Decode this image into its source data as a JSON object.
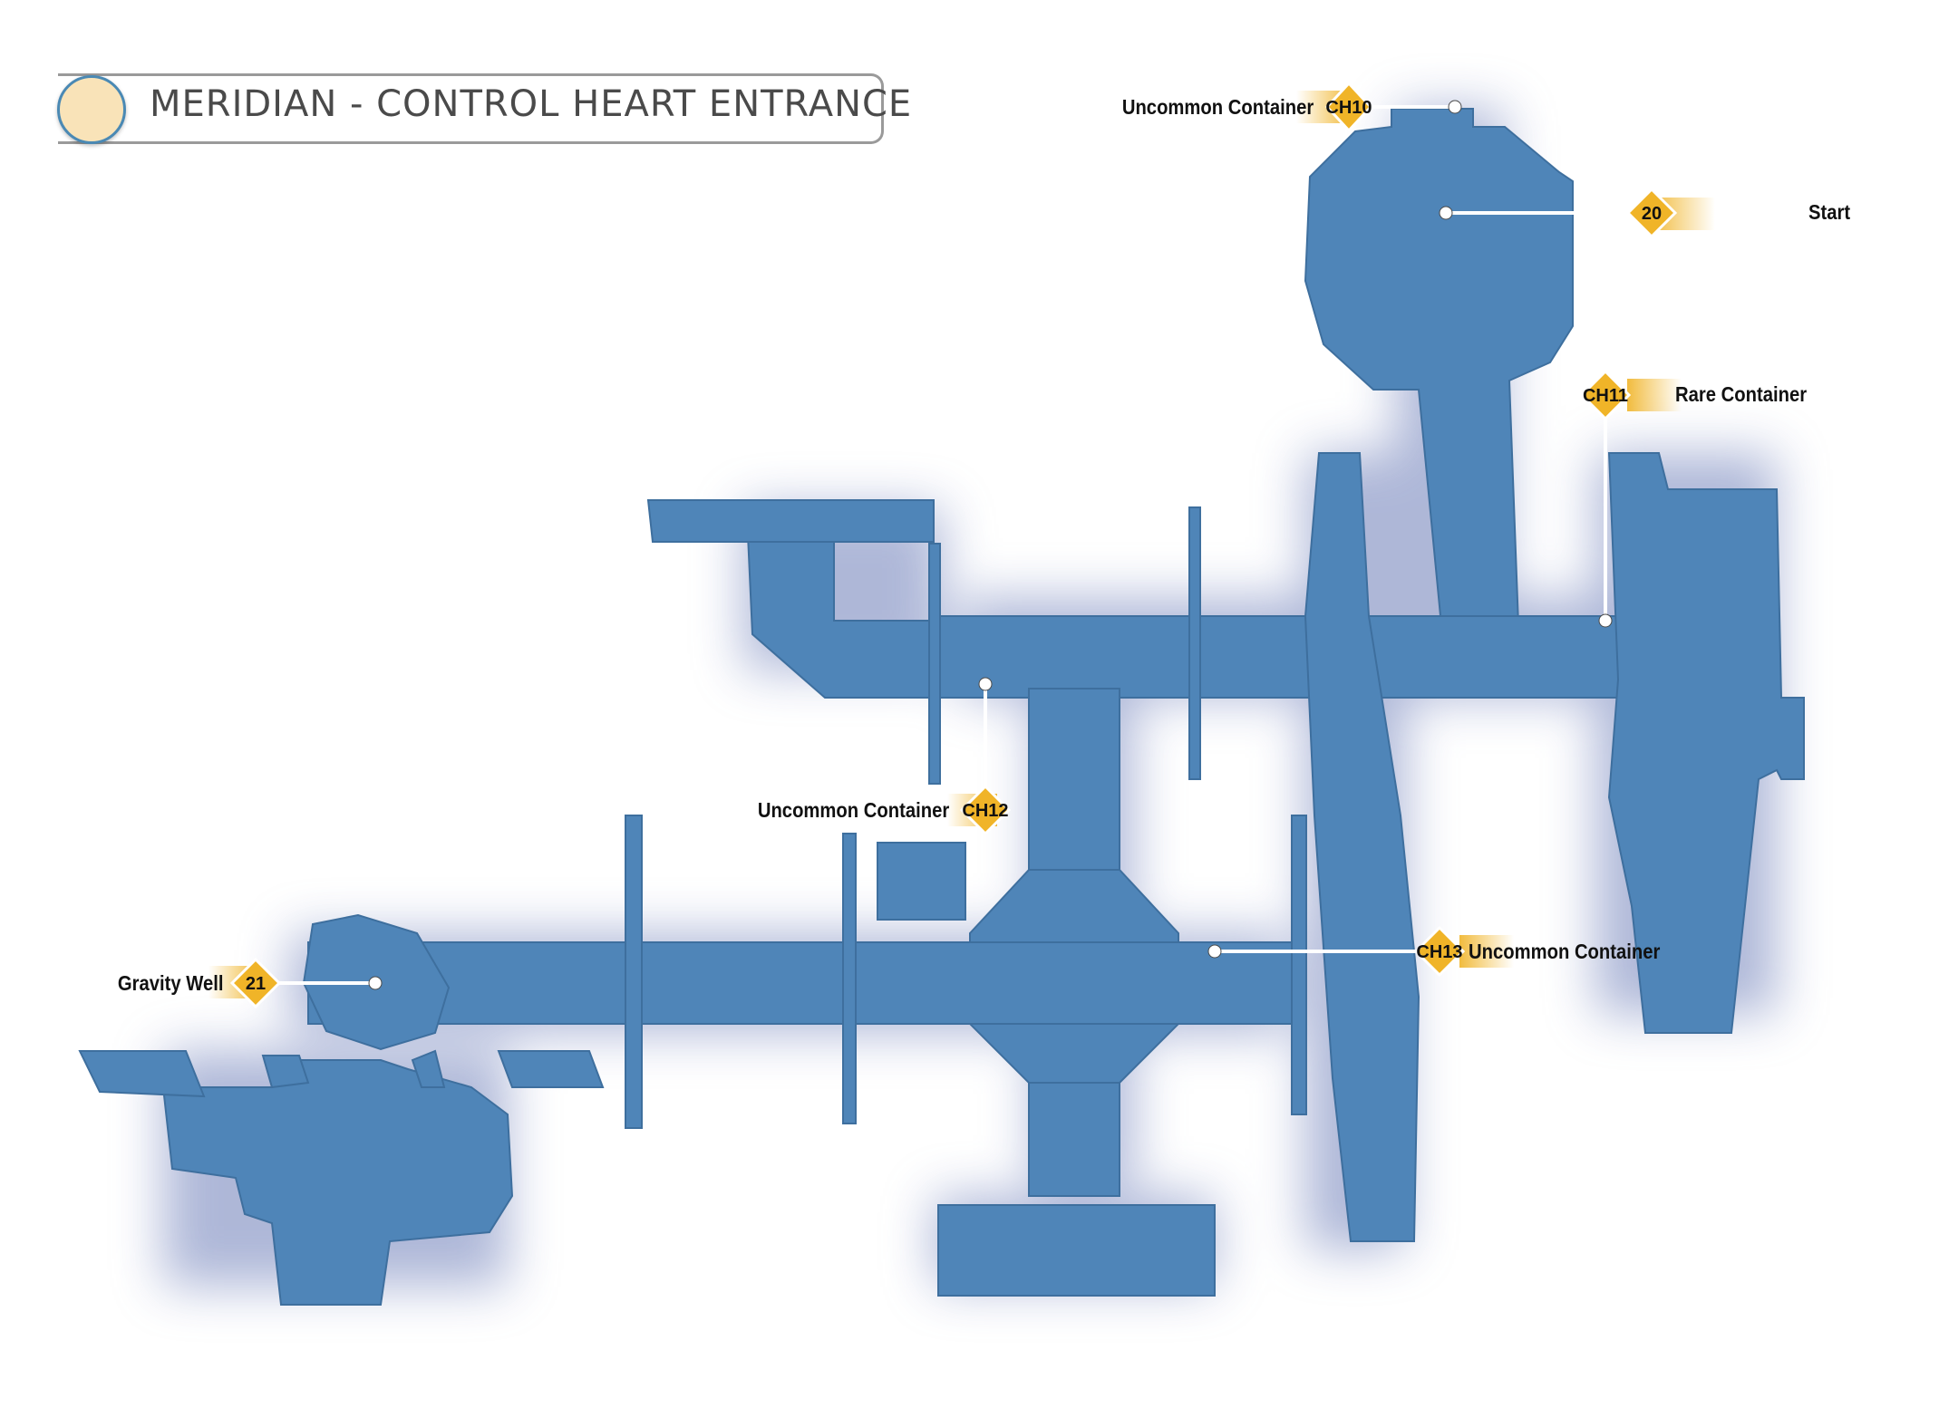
{
  "title": "MERIDIAN - CONTROL HEART ENTRANCE",
  "colors": {
    "structure": "#4f85b8",
    "structure_dark": "#3e6f9e",
    "marker": "#f0b428",
    "title_circle": "#f9e3b8"
  },
  "markers": [
    {
      "id": "ch10",
      "badge": "CH10",
      "label": "Uncommon Container"
    },
    {
      "id": "20",
      "badge": "20",
      "label": "Start"
    },
    {
      "id": "ch11",
      "badge": "CH11",
      "label": "Rare Container"
    },
    {
      "id": "ch12",
      "badge": "CH12",
      "label": "Uncommon Container"
    },
    {
      "id": "ch13",
      "badge": "CH13",
      "label": "Uncommon Container"
    },
    {
      "id": "21",
      "badge": "21",
      "label": "Gravity Well"
    }
  ]
}
